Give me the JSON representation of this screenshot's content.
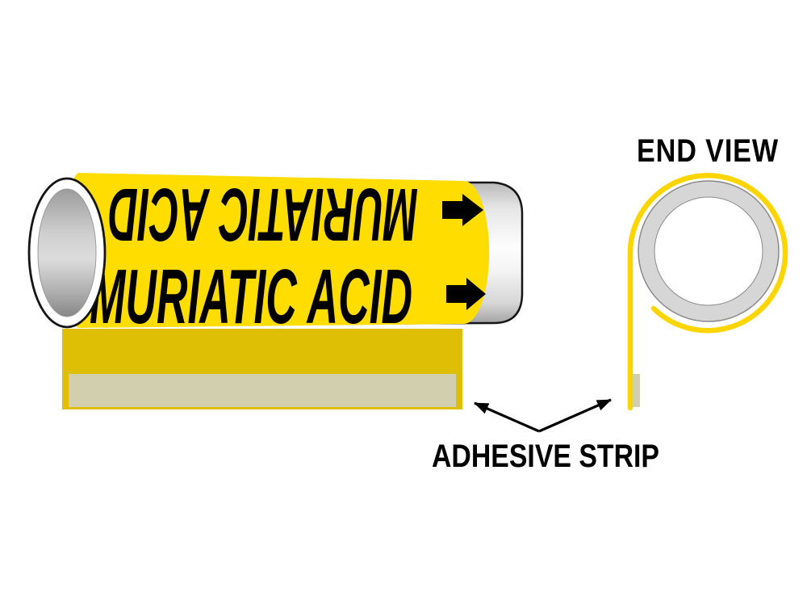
{
  "canvas": {
    "background_color": "#FFFFFF"
  },
  "pipe_marker": {
    "label_text_top": "MURIATIC ACID",
    "label_text_bottom": "MURIATIC ACID",
    "label_color": "#FFDD00",
    "text_color": "#000000",
    "flow_arrow_direction": "right",
    "flow_arrow_color": "#000000",
    "tail_color": "#DFBE06",
    "adhesive_strip_color": "#D2CFAE"
  },
  "end_view": {
    "title": "END VIEW",
    "title_color": "#000000",
    "coil_color": "#FFD500",
    "pipe_wall_color": "#D6D6D6",
    "pipe_wall_edge_color": "#8A8A8A",
    "adhesive_strip_color": "#D2CFAE"
  },
  "callout": {
    "label": "ADHESIVE STRIP",
    "label_color": "#000000",
    "arrow_color": "#000000"
  }
}
